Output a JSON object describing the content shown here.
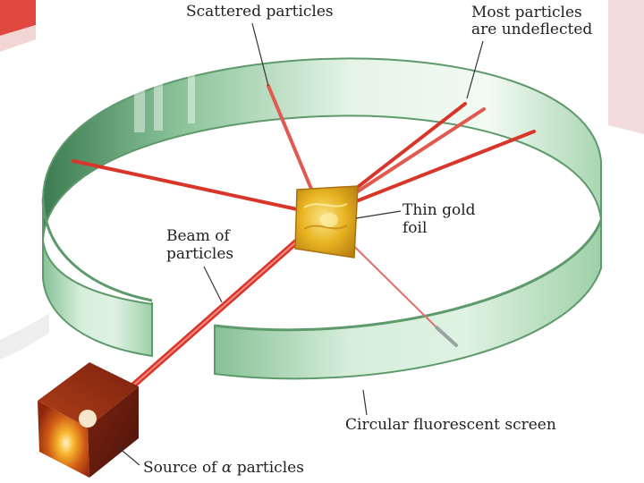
{
  "labels": {
    "scattered": "Scattered particles",
    "undeflected_line1": "Most particles",
    "undeflected_line2": "are undeflected",
    "foil_line1": "Thin gold",
    "foil_line2": "foil",
    "beam_line1": "Beam of",
    "beam_line2": "particles",
    "screen": "Circular fluorescent screen",
    "source_prefix": "Source of",
    "source_greek": "α",
    "source_suffix": "particles"
  },
  "colors": {
    "screen_green": "#cfe9d3",
    "screen_edge": "#5e9a6c",
    "beam_red": "#d9362b",
    "foil_gold": "#e8b422",
    "source_orange": "#d8661c",
    "leader_line": "#333333"
  }
}
